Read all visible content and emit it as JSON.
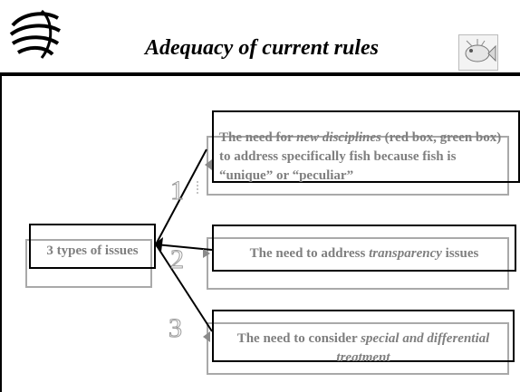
{
  "header": {
    "title": "Adequacy of current rules",
    "logo_icon": "wto-globe-logo-icon",
    "illustration_icon": "cartoon-fish-icon"
  },
  "diagram": {
    "root": {
      "label": "3 types of issues"
    },
    "items": [
      {
        "number": "1",
        "text_prefix": "The need for ",
        "text_emphasis": "new disciplines",
        "text_suffix": " (red box, green box) to address specifically fish because fish is “unique” or “peculiar”"
      },
      {
        "number": "2",
        "text_prefix": "The need to address ",
        "text_emphasis": "transparency",
        "text_suffix": " issues"
      },
      {
        "number": "3",
        "text_prefix": "The need to consider ",
        "text_emphasis": "special and differential treatment",
        "text_suffix": ""
      }
    ]
  },
  "colors": {
    "text_gray": "#7f7f7f",
    "shadow_gray": "#a9a9a9",
    "border": "#000000"
  }
}
